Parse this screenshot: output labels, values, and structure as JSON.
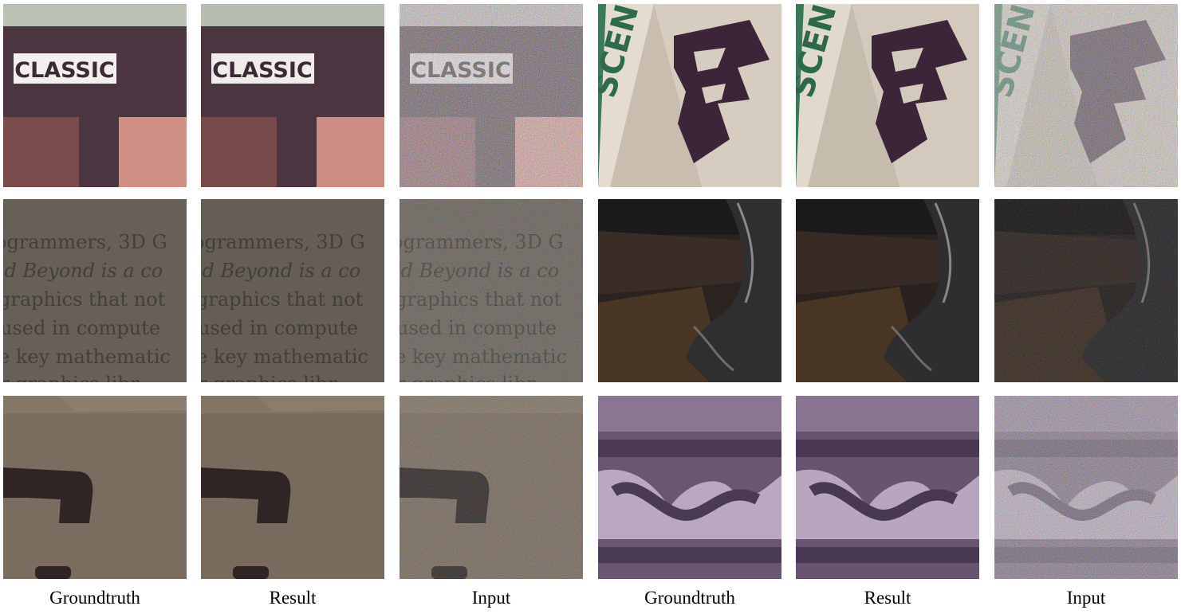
{
  "captions": [
    "Groundtruth",
    "Result",
    "Input",
    "Groundtruth",
    "Result",
    "Input"
  ],
  "panel_texts": {
    "classic_label": "CLASSIC",
    "book_lines": [
      "ogrammers, 3D G",
      "nd Beyond is a co",
      "graphics that not",
      "used in compute",
      "e key mathematic",
      "r graphics libr"
    ],
    "sign_letters": "SCEN"
  }
}
